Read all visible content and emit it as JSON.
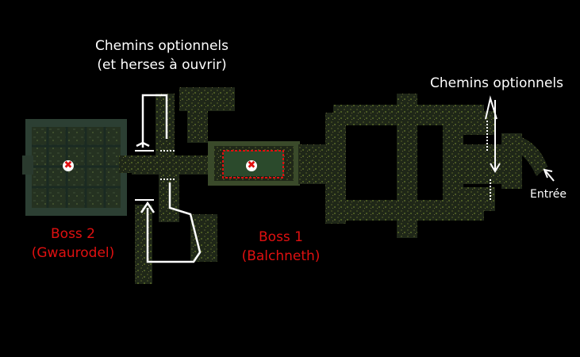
{
  "labels": {
    "optional_paths_gates_line1": "Chemins optionnels",
    "optional_paths_gates_line2": "(et herses à ouvrir)",
    "optional_paths_right": "Chemins optionnels",
    "entrance": "Entrée",
    "boss1_name": "Boss 1",
    "boss1_subtitle": "(Balchneth)",
    "boss2_name": "Boss 2",
    "boss2_subtitle": "(Gwaurodel)"
  },
  "markers": {
    "boss_glyph": "✖"
  },
  "colors": {
    "background": "#000000",
    "annotation_white": "#ffffff",
    "boss_red": "#e01010",
    "floor_dark": "#1f2718",
    "floor_green": "#2c3f33",
    "wall": "#4b4830",
    "moss": "#5a6e2a"
  }
}
